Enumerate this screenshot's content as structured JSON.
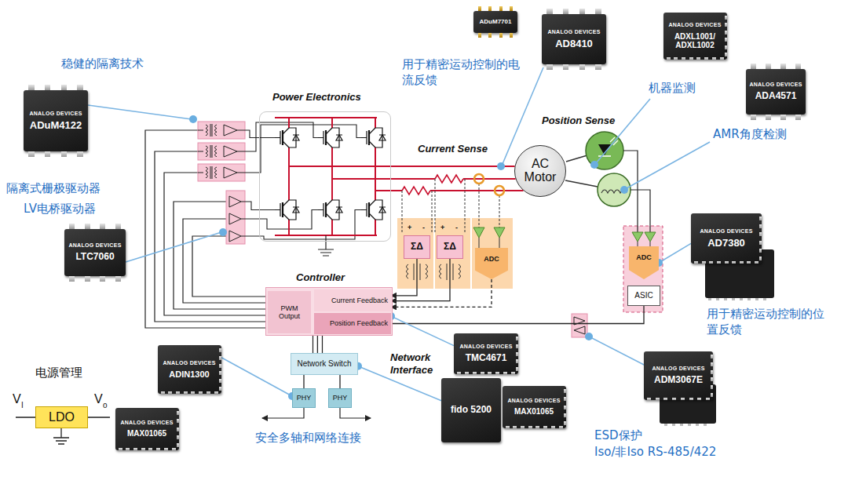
{
  "diagram": {
    "nodes": [
      {
        "text": [
          "ANALOG DEVICES",
          "ADuM4122"
        ]
      },
      {
        "text": [
          "Power Electronics"
        ]
      },
      {
        "text": [
          "ADuM7701"
        ]
      },
      {
        "text": [
          "ANALOG DEVICES",
          "AD8410"
        ]
      },
      {
        "text": [
          "ANALOG DEVICES",
          "ADXL1001/ ADXL1002"
        ]
      },
      {
        "text": [
          "ANALOG DEVICES",
          "ADA4571"
        ]
      },
      {
        "text": [
          "AC Motor"
        ]
      },
      {
        "text": [
          "ANALOG DEVICES",
          "LTC7060"
        ]
      },
      {
        "text": [
          "ΣΔ"
        ]
      },
      {
        "text": [
          "ΣΔ"
        ]
      },
      {
        "text": [
          "ADC"
        ]
      },
      {
        "text": [
          "ANALOG DEVICES",
          "AD7380"
        ]
      },
      {
        "text": [
          "ADC"
        ]
      },
      {
        "text": [
          "ASIC"
        ]
      },
      {
        "text": [
          "Controller"
        ]
      },
      {
        "text": [
          "PWM Output"
        ],
        "in": 14
      },
      {
        "text": [
          "Current Feedback"
        ],
        "in": 14
      },
      {
        "text": [
          "Position Feedback"
        ],
        "in": 14
      },
      {
        "text": [
          "ANALOG DEVICES",
          "TMC4671"
        ]
      },
      {
        "text": [
          "Network Switch"
        ]
      },
      {
        "text": [
          "PHY"
        ]
      },
      {
        "text": [
          "PHY"
        ]
      },
      {
        "text": [
          "ANALOG DEVICES",
          "ADIN1300"
        ]
      },
      {
        "text": [
          "LDO"
        ]
      },
      {
        "text": [
          "ANALOG DEVICES",
          "MAX01065"
        ]
      },
      {
        "text": [
          "fido 5200"
        ]
      },
      {
        "text": [
          "ANALOG DEVICES",
          "MAX01065"
        ]
      },
      {
        "text": [
          "ANALOG DEVICES",
          "ADM3067E"
        ]
      }
    ],
    "edges": [
      {
        "from": 8,
        "to": 16,
        "arrow": "to"
      },
      {
        "from": 9,
        "to": 16,
        "arrow": "to"
      },
      {
        "from": 10,
        "to": 16,
        "arrow": "to"
      },
      {
        "from": 13,
        "to": 17,
        "arrow": "none"
      },
      {
        "from": 14,
        "to": 19,
        "arrow": "none"
      },
      {
        "from": 19,
        "to": 20,
        "arrow": "none"
      },
      {
        "from": 19,
        "to": 21,
        "arrow": "none"
      },
      {
        "from": 17,
        "to": 18,
        "arrow": "none"
      },
      {
        "from": 19,
        "to": 25,
        "arrow": "none"
      },
      {
        "from": 20,
        "to": 22,
        "arrow": "none"
      },
      {
        "from": 12,
        "to": 11,
        "arrow": "none"
      }
    ],
    "labels": [
      "稳健的隔离技术",
      "隔离式栅极驱动器",
      "LV电桥驱动器",
      "用于精密运动控制的电流反馈",
      "机器监测",
      "AMR角度检测",
      "Current Sense",
      "Position Sense",
      "用于精密运动控制的位置反馈",
      "Network Interface",
      "ESD保护",
      "Iso/非Iso RS-485/422",
      "安全多轴和网络连接",
      "电源管理",
      "V",
      "I",
      "V",
      "o",
      "+",
      "-",
      "+",
      "-"
    ]
  }
}
